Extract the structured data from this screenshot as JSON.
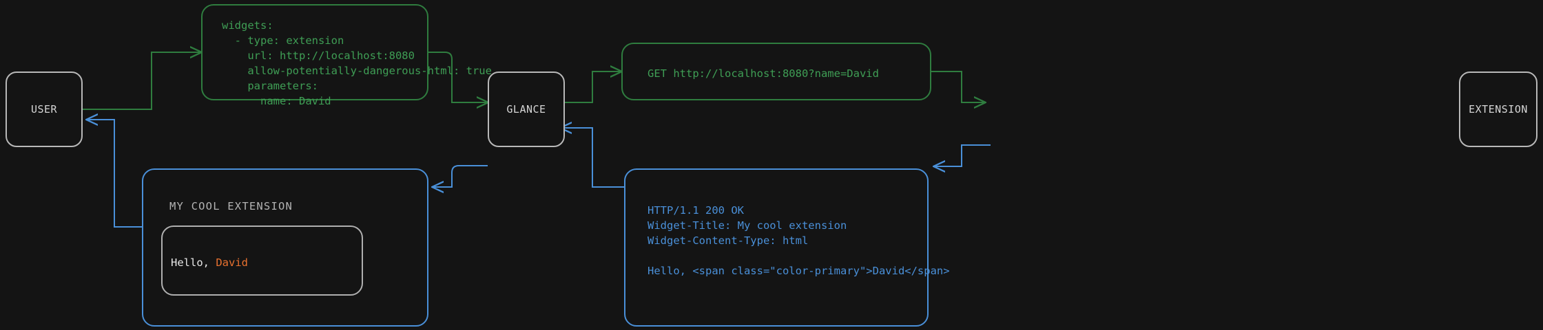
{
  "diagram": {
    "title": "Glance extension request/response flow",
    "background": "#141414",
    "colors": {
      "request": "#2f7d3f",
      "request_text": "#3f9e55",
      "response": "#4a90d9",
      "node_border": "#b9b9b9",
      "node_text": "#d6d6d6",
      "widget_border": "#b0b0b0",
      "widget_text": "#e8e8e8",
      "accent": "#e8712f",
      "widget_title": "#b3b3b3"
    }
  },
  "nodes": {
    "user": {
      "label": "USER"
    },
    "glance": {
      "label": "GLANCE"
    },
    "extension": {
      "label": "EXTENSION"
    }
  },
  "cards": {
    "yaml_config": {
      "name": "glance-yaml-config",
      "lines": [
        "widgets:",
        "  - type: extension",
        "    url: http://localhost:8080",
        "    allow-potentially-dangerous-html: true",
        "    parameters:",
        "      name: David"
      ],
      "text": "widgets:\n  - type: extension\n    url: http://localhost:8080\n    allow-potentially-dangerous-html: true\n    parameters:\n      name: David"
    },
    "http_request": {
      "name": "http-get-request",
      "method": "GET",
      "url": "http://localhost:8080?name=David",
      "text": "GET http://localhost:8080?name=David"
    },
    "http_response": {
      "name": "http-response",
      "status_line": "HTTP/1.1 200 OK",
      "headers": [
        "Widget-Title: My cool extension",
        "Widget-Content-Type: html"
      ],
      "body": "Hello, <span class=\"color-primary\">David</span>",
      "text": "HTTP/1.1 200 OK\nWidget-Title: My cool extension\nWidget-Content-Type: html\n\nHello, <span class=\"color-primary\">David</span>"
    },
    "rendered_widget": {
      "name": "rendered-widget",
      "title": "MY COOL EXTENSION",
      "greeting": "Hello, ",
      "accent_word": "David"
    }
  },
  "edges": [
    {
      "from": "user",
      "to": "yaml_config",
      "kind": "request",
      "color": "#2f7d3f"
    },
    {
      "from": "yaml_config",
      "to": "glance",
      "kind": "request",
      "color": "#2f7d3f"
    },
    {
      "from": "glance",
      "to": "http_request",
      "kind": "request",
      "color": "#2f7d3f"
    },
    {
      "from": "http_request",
      "to": "extension",
      "kind": "request",
      "color": "#2f7d3f"
    },
    {
      "from": "extension",
      "to": "http_response",
      "kind": "response",
      "color": "#4a90d9"
    },
    {
      "from": "http_response",
      "to": "glance",
      "kind": "response",
      "color": "#4a90d9"
    },
    {
      "from": "glance",
      "to": "rendered_widget",
      "kind": "response",
      "color": "#4a90d9"
    },
    {
      "from": "rendered_widget",
      "to": "user",
      "kind": "response",
      "color": "#4a90d9"
    }
  ]
}
